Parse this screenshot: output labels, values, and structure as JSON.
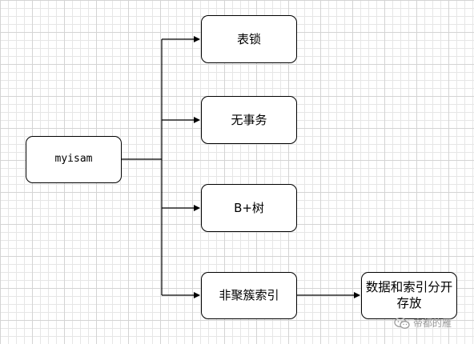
{
  "nodes": {
    "root": "myisam",
    "table_lock": "表锁",
    "no_transaction": "无事务",
    "btree": "B+树",
    "non_clustered_index": "非聚簇索引",
    "separate_storage": "数据和索引分开存放"
  },
  "watermark": {
    "text": "帝都的雁",
    "icon": "wechat-icon"
  },
  "colors": {
    "stroke": "#000000",
    "grid": "#e6e6e6",
    "watermark": "#9a9a9a"
  }
}
